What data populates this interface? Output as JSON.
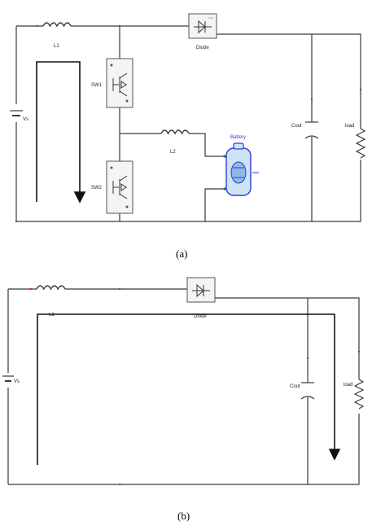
{
  "figure_a": {
    "caption": "(a)",
    "labels": {
      "l1": "L1",
      "l2": "L2",
      "vs": "Vs",
      "sw1": "SW1",
      "sw2": "SW2",
      "diode": "Diode",
      "battery": "Battery",
      "cout": "Cout",
      "load": "load"
    }
  },
  "figure_b": {
    "caption": "(b)",
    "labels": {
      "l1": "L1",
      "vs": "Vs",
      "diode": "Diode",
      "cout": "Cout",
      "load": "load"
    }
  },
  "colors": {
    "wire": "#3a3a3a",
    "arrow": "#111111",
    "battery_outline": "#2a3fd0",
    "battery_fill": "#cfe3f7",
    "node_marker": "#cc2222"
  }
}
